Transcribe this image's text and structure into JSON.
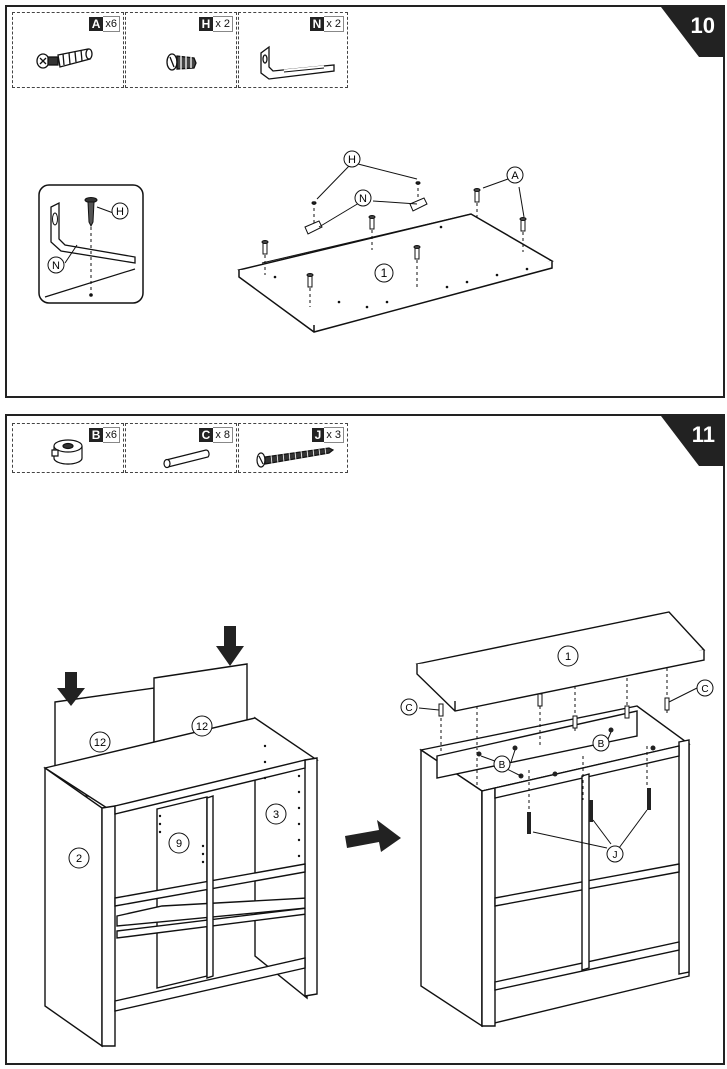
{
  "steps": [
    {
      "number": "10",
      "hardware": [
        {
          "letter": "A",
          "qty": "x6",
          "icon": "cam-bolt"
        },
        {
          "letter": "H",
          "qty": "x 2",
          "icon": "screw"
        },
        {
          "letter": "N",
          "qty": "x 2",
          "icon": "l-bracket"
        }
      ],
      "callouts": {
        "bracket_detail_screw": "H",
        "bracket_detail_bracket": "N",
        "top_h": "H",
        "top_n": "N",
        "top_a": "A",
        "panel": "1"
      }
    },
    {
      "number": "11",
      "hardware": [
        {
          "letter": "B",
          "qty": "x6",
          "icon": "cam-lock"
        },
        {
          "letter": "C",
          "qty": "x 8",
          "icon": "wood-dowel"
        },
        {
          "letter": "J",
          "qty": "x 3",
          "icon": "long-screw"
        }
      ],
      "callouts": {
        "back_left": "12",
        "back_right": "12",
        "side_left": "2",
        "side_right": "3",
        "divider": "9",
        "top_panel": "1",
        "c_left": "C",
        "c_right": "C",
        "b_left": "B",
        "b_right": "B",
        "j": "J"
      }
    }
  ]
}
